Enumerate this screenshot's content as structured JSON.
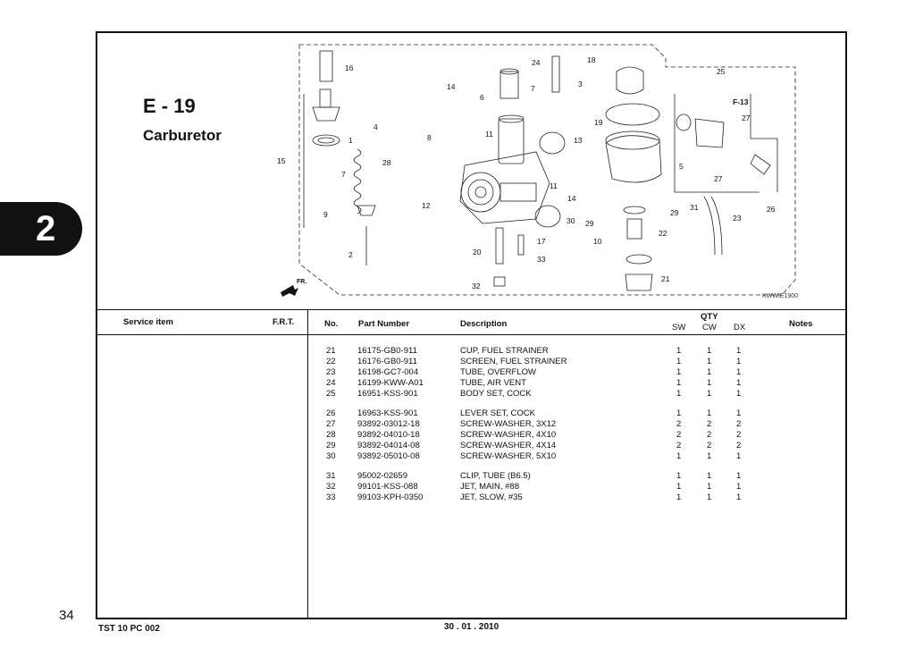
{
  "section": {
    "code": "E - 19",
    "title": "Carburetor"
  },
  "chapter": "2",
  "diagram": {
    "code": "KWWIE1900",
    "callouts": [
      "1",
      "2",
      "3",
      "4",
      "5",
      "6",
      "7",
      "8",
      "9",
      "10",
      "11",
      "12",
      "13",
      "14",
      "15",
      "16",
      "17",
      "18",
      "19",
      "20",
      "21",
      "22",
      "23",
      "24",
      "25",
      "26",
      "27",
      "28",
      "29",
      "30",
      "31",
      "32",
      "33",
      "F-13",
      "FR."
    ]
  },
  "table": {
    "headers": {
      "service_item": "Service item",
      "frt": "F.R.T.",
      "no": "No.",
      "part_number": "Part Number",
      "description": "Description",
      "qty": "QTY",
      "sw": "SW",
      "cw": "CW",
      "dx": "DX",
      "notes": "Notes"
    },
    "rows": [
      {
        "no": "21",
        "pn": "16175-GB0-911",
        "desc": "CUP, FUEL STRAINER",
        "sw": "1",
        "cw": "1",
        "dx": "1"
      },
      {
        "no": "22",
        "pn": "16176-GB0-911",
        "desc": "SCREEN, FUEL STRAINER",
        "sw": "1",
        "cw": "1",
        "dx": "1"
      },
      {
        "no": "23",
        "pn": "16198-GC7-004",
        "desc": "TUBE, OVERFLOW",
        "sw": "1",
        "cw": "1",
        "dx": "1"
      },
      {
        "no": "24",
        "pn": "16199-KWW-A01",
        "desc": "TUBE, AIR VENT",
        "sw": "1",
        "cw": "1",
        "dx": "1"
      },
      {
        "no": "25",
        "pn": "16951-KSS-901",
        "desc": "BODY SET, COCK",
        "sw": "1",
        "cw": "1",
        "dx": "1"
      },
      {
        "no": "26",
        "pn": "16963-KSS-901",
        "desc": "LEVER SET, COCK",
        "sw": "1",
        "cw": "1",
        "dx": "1"
      },
      {
        "no": "27",
        "pn": "93892-03012-18",
        "desc": "SCREW-WASHER, 3X12",
        "sw": "2",
        "cw": "2",
        "dx": "2"
      },
      {
        "no": "28",
        "pn": "93892-04010-18",
        "desc": "SCREW-WASHER, 4X10",
        "sw": "2",
        "cw": "2",
        "dx": "2"
      },
      {
        "no": "29",
        "pn": "93892-04014-08",
        "desc": "SCREW-WASHER, 4X14",
        "sw": "2",
        "cw": "2",
        "dx": "2"
      },
      {
        "no": "30",
        "pn": "93892-05010-08",
        "desc": "SCREW-WASHER, 5X10",
        "sw": "1",
        "cw": "1",
        "dx": "1"
      },
      {
        "no": "31",
        "pn": "95002-02659",
        "desc": "CLIP, TUBE (B6.5)",
        "sw": "1",
        "cw": "1",
        "dx": "1"
      },
      {
        "no": "32",
        "pn": "99101-KSS-088",
        "desc": "JET, MAIN, #88",
        "sw": "1",
        "cw": "1",
        "dx": "1"
      },
      {
        "no": "33",
        "pn": "99103-KPH-0350",
        "desc": "JET, SLOW, #35",
        "sw": "1",
        "cw": "1",
        "dx": "1"
      }
    ]
  },
  "footer": {
    "page": "34",
    "doc": "TST 10 PC 002",
    "date": "30 . 01 . 2010"
  }
}
